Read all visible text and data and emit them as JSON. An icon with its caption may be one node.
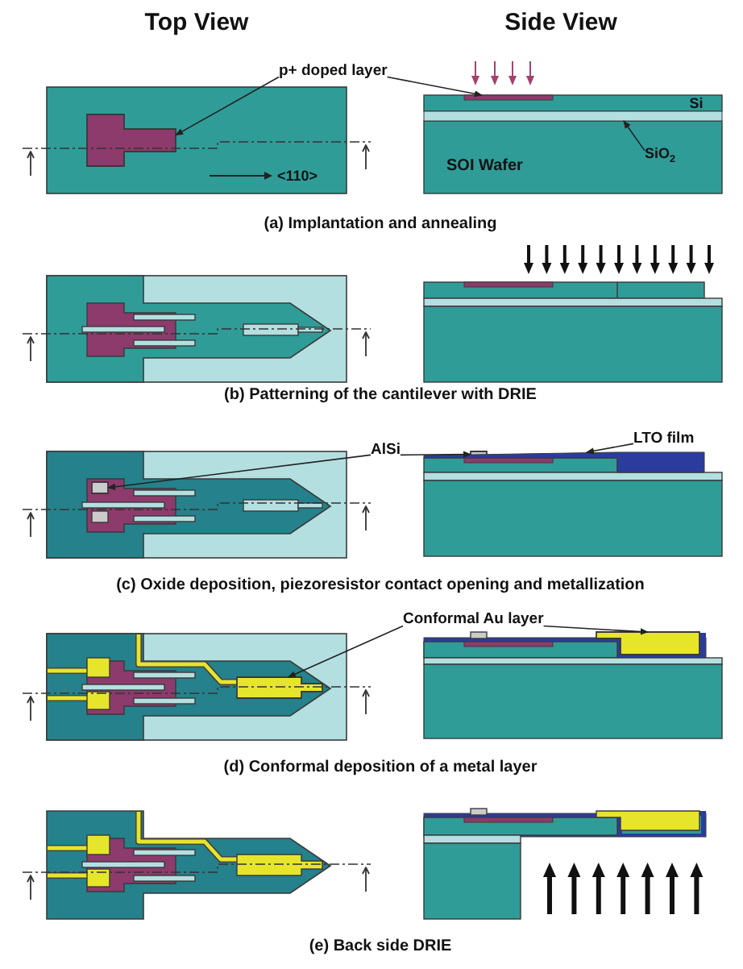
{
  "diagram": {
    "nodes": [
      {
        "text": [
          "p+ doped layer"
        ]
      },
      {
        "text": [],
        "shape": "box"
      },
      {
        "text": [],
        "shape": "bar"
      },
      {
        "text": [
          "SiO$_{2}$"
        ]
      },
      {
        "text": [],
        "shape": "bar"
      },
      {
        "text": [
          "AlSi"
        ]
      },
      {
        "text": [],
        "shape": "box"
      },
      {
        "text": [],
        "shape": "box"
      },
      {
        "text": [
          "LTO film"
        ]
      },
      {
        "text": [],
        "shape": "bar"
      },
      {
        "text": [
          "Conformal Au layer"
        ]
      },
      {
        "text": [],
        "shape": "box"
      },
      {
        "text": [],
        "shape": "box"
      }
    ],
    "edges": [
      {
        "from": 0,
        "to": 1,
        "arrow": "to"
      },
      {
        "from": 0,
        "to": 2,
        "arrow": "to"
      },
      {
        "from": 3,
        "to": 4,
        "arrow": "to"
      },
      {
        "from": 5,
        "to": 6,
        "arrow": "to"
      },
      {
        "from": 5,
        "to": 7,
        "arrow": "to"
      },
      {
        "from": 8,
        "to": 9,
        "arrow": "to"
      },
      {
        "from": 10,
        "to": 11,
        "arrow": "to"
      },
      {
        "from": 10,
        "to": 12,
        "arrow": "to"
      }
    ],
    "labels": [
      "Top View",
      "Side View",
      "Si",
      "SOI Wafer",
      "<110>",
      "(a) Implantation and annealing",
      "(b) Patterning of the cantilever with DRIE",
      "(c) Oxide deposition, piezoresistor contact opening and metallization",
      "(d) Conformal deposition of a metal layer",
      "(e) Back side DRIE"
    ]
  }
}
